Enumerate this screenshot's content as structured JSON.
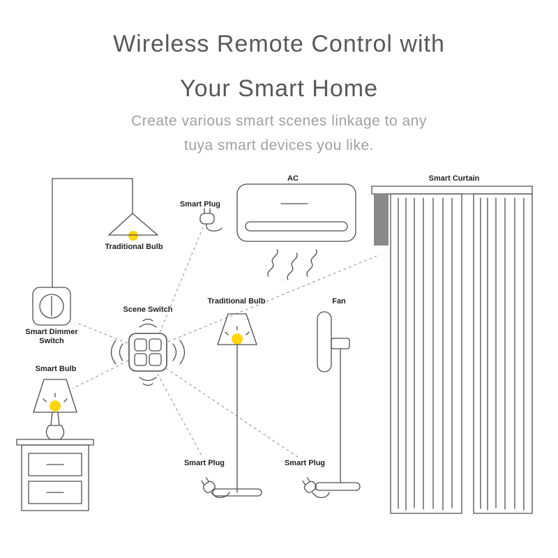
{
  "header": {
    "title_line1": "Wireless Remote Control with",
    "title_line2": "Your Smart Home",
    "subtitle_line1": "Create various smart scenes linkage to any",
    "subtitle_line2": "tuya smart devices you like."
  },
  "labels": {
    "pendant_bulb": "Traditional Bulb",
    "smart_plug_ac": "Smart Plug",
    "ac": "AC",
    "smart_curtain": "Smart Curtain",
    "scene_switch": "Scene Switch",
    "floor_bulb": "Traditional Bulb",
    "fan": "Fan",
    "dimmer_line1": "Smart Dimmer",
    "dimmer_line2": "Switch",
    "smart_bulb": "Smart Bulb",
    "smart_plug_floor": "Smart Plug",
    "smart_plug_fan": "Smart Plug"
  },
  "colors": {
    "line": "#4d4d4d",
    "bulb": "#ffd60a",
    "dash": "#8f8f8f",
    "label": "#1f1f1f",
    "title": "#585858",
    "subtitle": "#a0a0a0"
  }
}
